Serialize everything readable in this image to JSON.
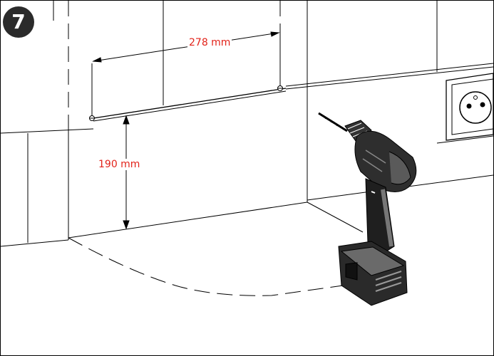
{
  "step": {
    "number": "7"
  },
  "dimensions": {
    "horizontal": "278 mm",
    "vertical": "190 mm"
  },
  "colors": {
    "dimension_text": "#e2231a",
    "badge_fill": "#2b2b2b",
    "line": "#000000"
  },
  "icons": [
    "electrical-socket-icon",
    "cordless-drill-icon",
    "screw-icon"
  ]
}
